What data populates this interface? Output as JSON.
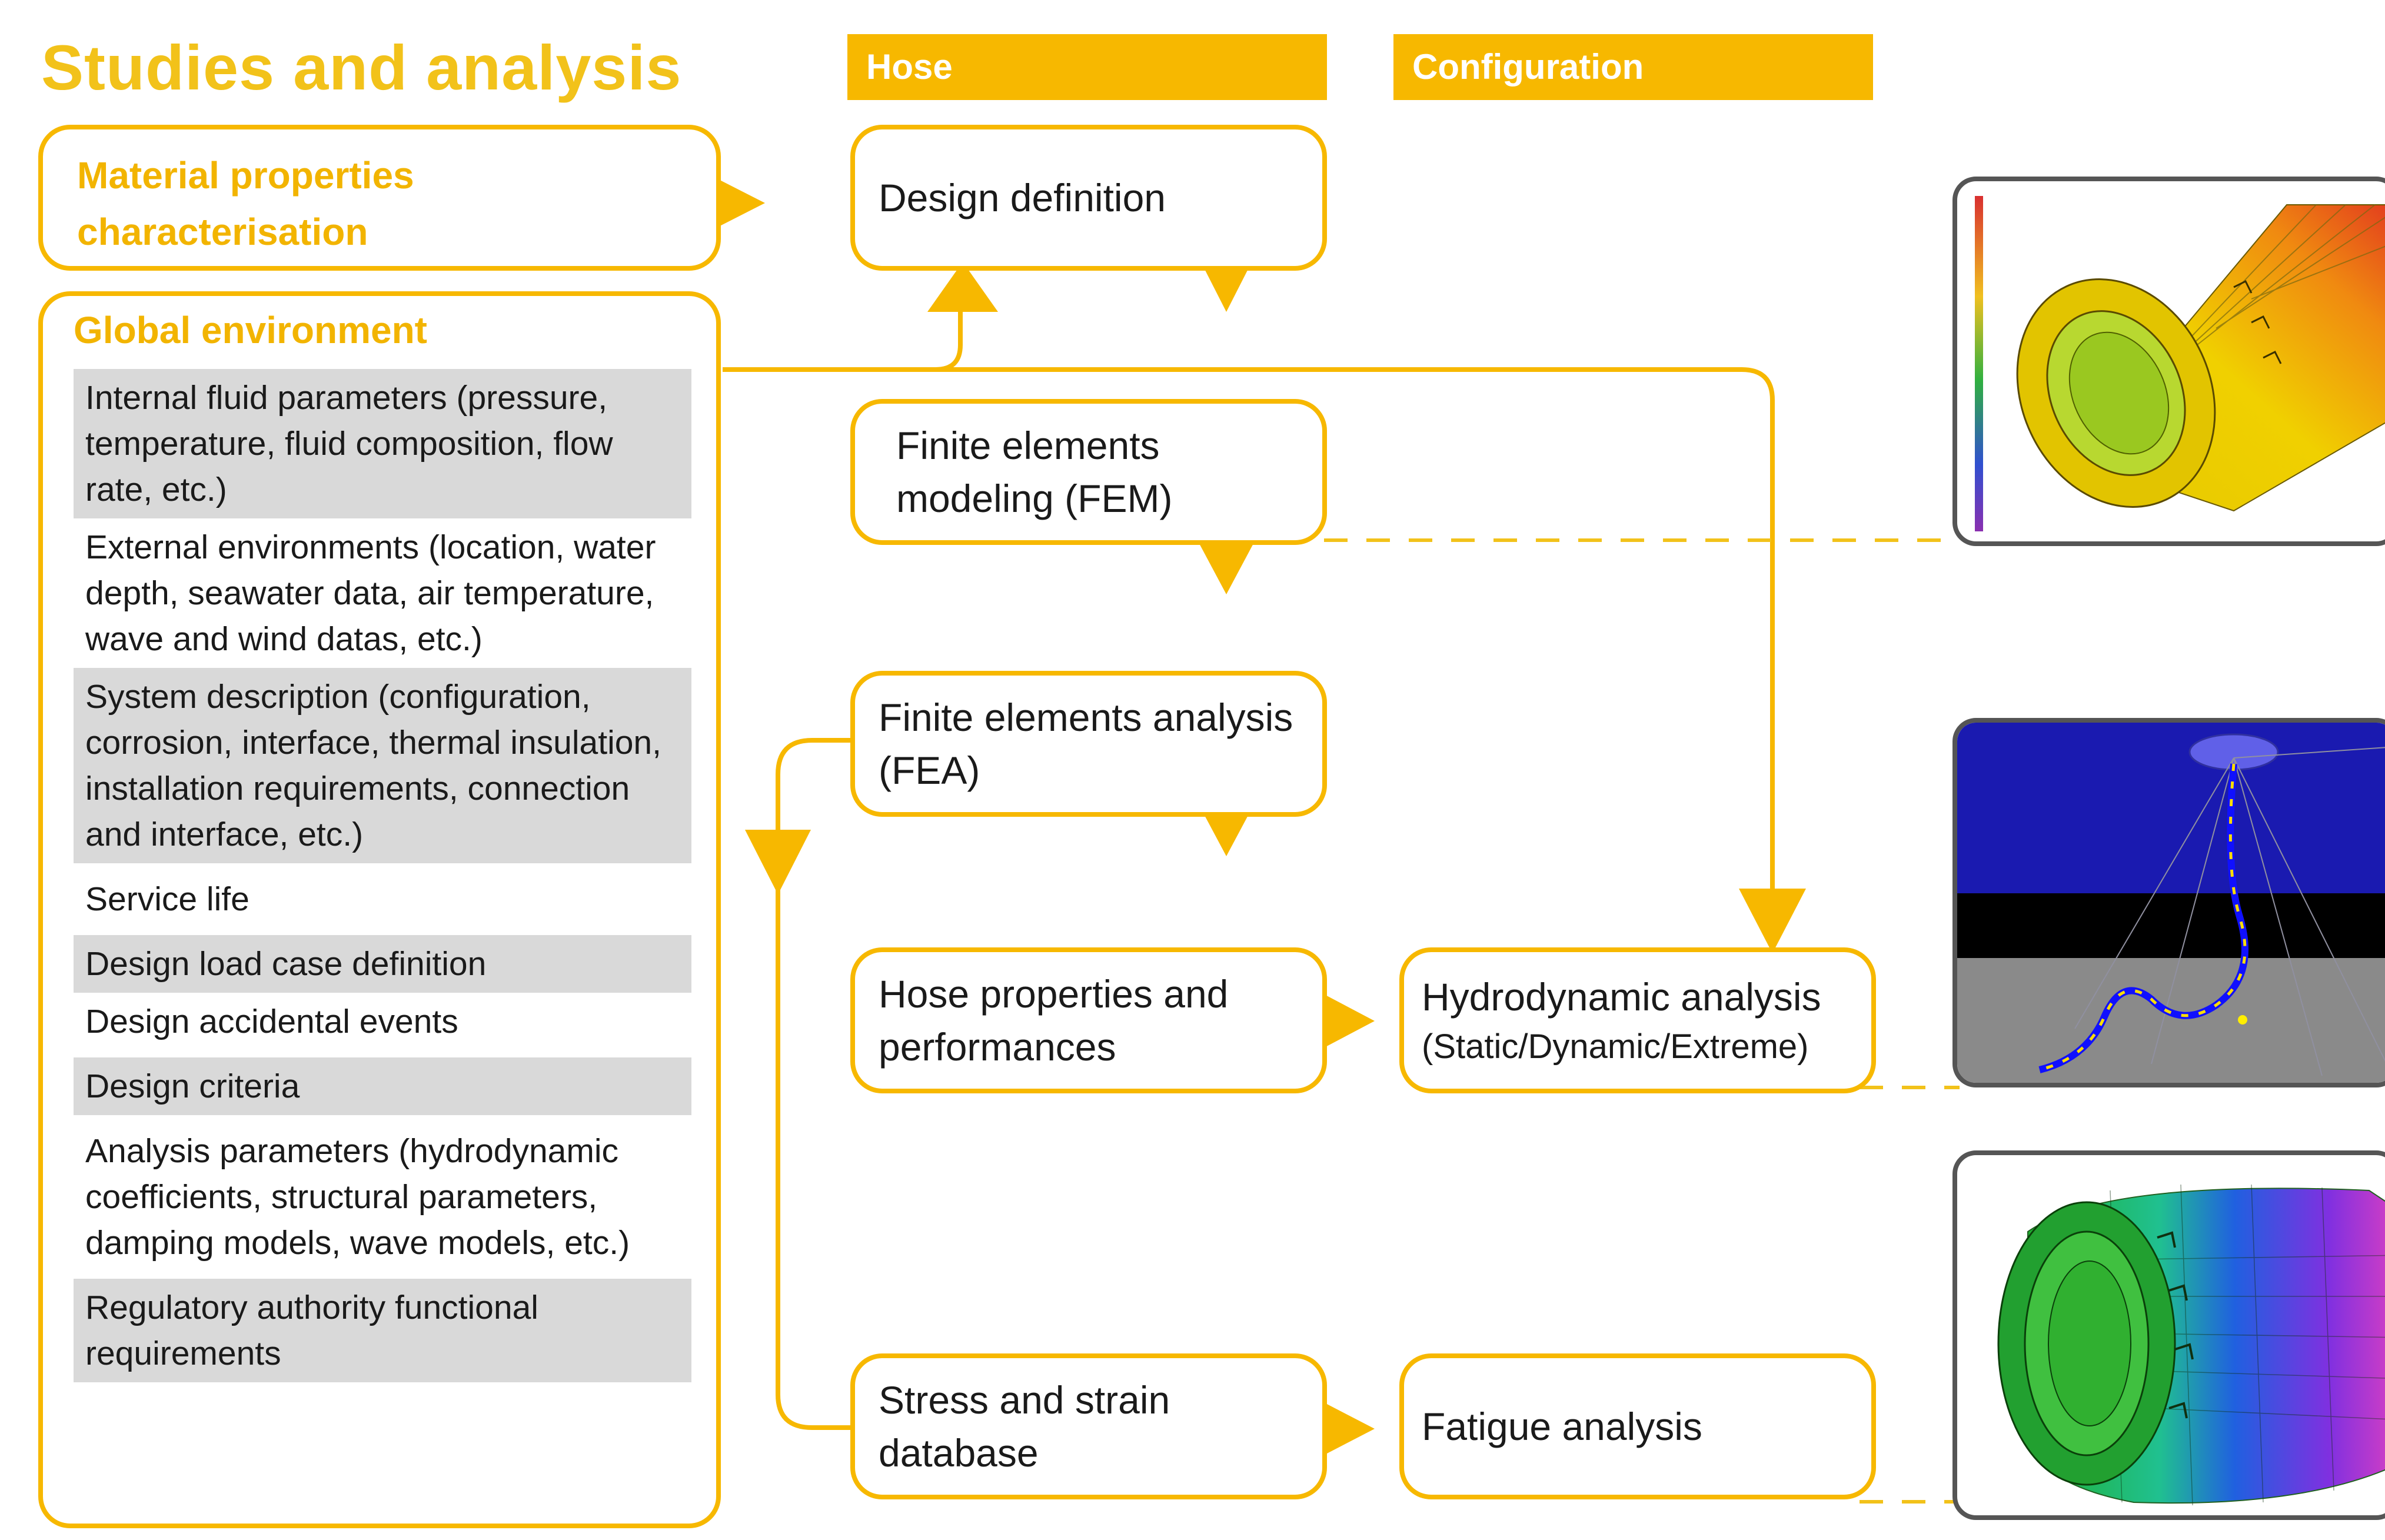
{
  "title": "Studies and analysis",
  "headers": {
    "hose": "Hose",
    "configuration": "Configuration"
  },
  "left": {
    "material": "Material properties characterisation",
    "global_title": "Global environment",
    "items": [
      {
        "text": "Internal fluid parameters (pressure, temperature, fluid composition, flow rate, etc.)",
        "shaded": true
      },
      {
        "text": "External environments (location, water depth, seawater data, air temperature, wave and wind datas, etc.)",
        "shaded": false
      },
      {
        "text": "System description (configuration, corrosion, interface, thermal insulation, installation requirements, connection and interface, etc.)",
        "shaded": true
      },
      {
        "text": "Service life",
        "shaded": false
      },
      {
        "text": "Design load case definition",
        "shaded": true
      },
      {
        "text": "Design accidental events",
        "shaded": false
      },
      {
        "text": "Design criteria",
        "shaded": true
      },
      {
        "text": "Analysis parameters (hydrodynamic coefficients, structural parameters, damping models, wave models, etc.)",
        "shaded": false
      },
      {
        "text": "Regulatory authority functional requirements",
        "shaded": true
      }
    ]
  },
  "hose_boxes": {
    "design": "Design definition",
    "fem": "Finite elements modeling (FEM)",
    "fea": "Finite elements analysis (FEA)",
    "properties": "Hose properties and performances",
    "stress": "Stress and strain database"
  },
  "config_boxes": {
    "hydro_line1": "Hydrodynamic analysis",
    "hydro_line2": "(Static/Dynamic/Extreme)",
    "fatigue": "Fatigue analysis"
  },
  "colors": {
    "accent": "#f7b800",
    "title": "#f2c21a",
    "shade": "#d9d9d9"
  },
  "images": [
    {
      "name": "fem-hose-model-image",
      "description_icon": "hose-fem-contour-icon"
    },
    {
      "name": "hydrodynamic-riser-image",
      "description_icon": "riser-configuration-icon"
    },
    {
      "name": "fatigue-hose-model-image",
      "description_icon": "hose-fatigue-contour-icon"
    }
  ]
}
